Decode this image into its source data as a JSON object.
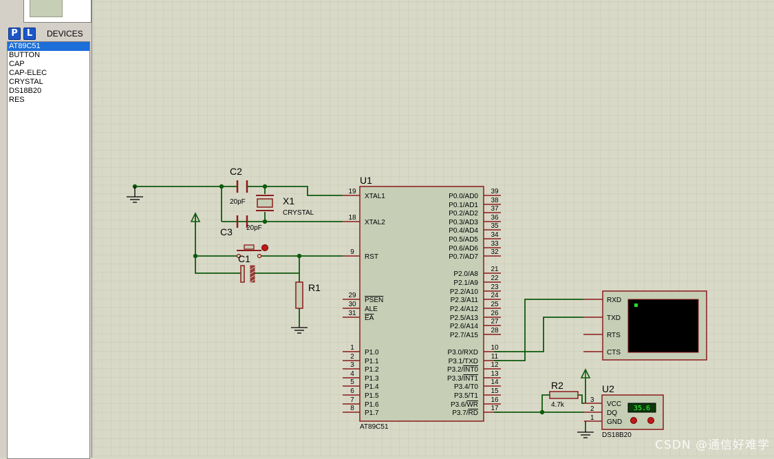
{
  "sidebar": {
    "btn_p": "P",
    "btn_l": "L",
    "title": "DEVICES",
    "items": [
      "AT89C51",
      "BUTTON",
      "CAP",
      "CAP-ELEC",
      "CRYSTAL",
      "DS18B20",
      "RES"
    ],
    "selected": 0
  },
  "parts": {
    "c2": {
      "ref": "C2",
      "value": "20pF"
    },
    "c3": {
      "ref": "C3",
      "value": "20pF"
    },
    "x1": {
      "ref": "X1",
      "value": "CRYSTAL"
    },
    "c1": {
      "ref": "C1"
    },
    "r1": {
      "ref": "R1"
    },
    "r2": {
      "ref": "R2",
      "value": "4.7k"
    },
    "u1": {
      "ref": "U1",
      "name": "AT89C51",
      "left_pins": [
        {
          "num": "19",
          "name": "XTAL1"
        },
        {
          "num": "18",
          "name": "XTAL2"
        },
        {
          "num": "9",
          "name": "RST"
        },
        {
          "num": "29",
          "name": "PSEN"
        },
        {
          "num": "30",
          "name": "ALE"
        },
        {
          "num": "31",
          "name": "EA"
        },
        {
          "num": "1",
          "name": "P1.0"
        },
        {
          "num": "2",
          "name": "P1.1"
        },
        {
          "num": "3",
          "name": "P1.2"
        },
        {
          "num": "4",
          "name": "P1.3"
        },
        {
          "num": "5",
          "name": "P1.4"
        },
        {
          "num": "6",
          "name": "P1.5"
        },
        {
          "num": "7",
          "name": "P1.6"
        },
        {
          "num": "8",
          "name": "P1.7"
        }
      ],
      "right_pins": [
        {
          "num": "39",
          "name": "P0.0/AD0"
        },
        {
          "num": "38",
          "name": "P0.1/AD1"
        },
        {
          "num": "37",
          "name": "P0.2/AD2"
        },
        {
          "num": "36",
          "name": "P0.3/AD3"
        },
        {
          "num": "35",
          "name": "P0.4/AD4"
        },
        {
          "num": "34",
          "name": "P0.5/AD5"
        },
        {
          "num": "33",
          "name": "P0.6/AD6"
        },
        {
          "num": "32",
          "name": "P0.7/AD7"
        },
        {
          "num": "21",
          "name": "P2.0/A8"
        },
        {
          "num": "22",
          "name": "P2.1/A9"
        },
        {
          "num": "23",
          "name": "P2.2/A10"
        },
        {
          "num": "24",
          "name": "P2.3/A11"
        },
        {
          "num": "25",
          "name": "P2.4/A12"
        },
        {
          "num": "26",
          "name": "P2.5/A13"
        },
        {
          "num": "27",
          "name": "P2.6/A14"
        },
        {
          "num": "28",
          "name": "P2.7/A15"
        },
        {
          "num": "10",
          "name": "P3.0/RXD"
        },
        {
          "num": "11",
          "name": "P3.1/TXD"
        },
        {
          "num": "12",
          "name": "P3.2/INT0"
        },
        {
          "num": "13",
          "name": "P3.3/INT1"
        },
        {
          "num": "14",
          "name": "P3.4/T0"
        },
        {
          "num": "15",
          "name": "P3.5/T1"
        },
        {
          "num": "16",
          "name": "P3.6/WR"
        },
        {
          "num": "17",
          "name": "P3.7/RD"
        }
      ]
    },
    "terminal": {
      "pins": [
        "RXD",
        "TXD",
        "RTS",
        "CTS"
      ]
    },
    "u2": {
      "ref": "U2",
      "name": "DS18B20",
      "reading": "35.6",
      "pins": [
        {
          "num": "3",
          "name": "VCC"
        },
        {
          "num": "2",
          "name": "DQ"
        },
        {
          "num": "1",
          "name": "GND"
        }
      ]
    }
  },
  "watermark": "CSDN @通信好难学",
  "colors": {
    "wire": "#0c5a0c",
    "part": "#8b1a1a",
    "body": "#c6ceb6",
    "grid": "#c8c8b6",
    "background": "#d9d9c8"
  }
}
